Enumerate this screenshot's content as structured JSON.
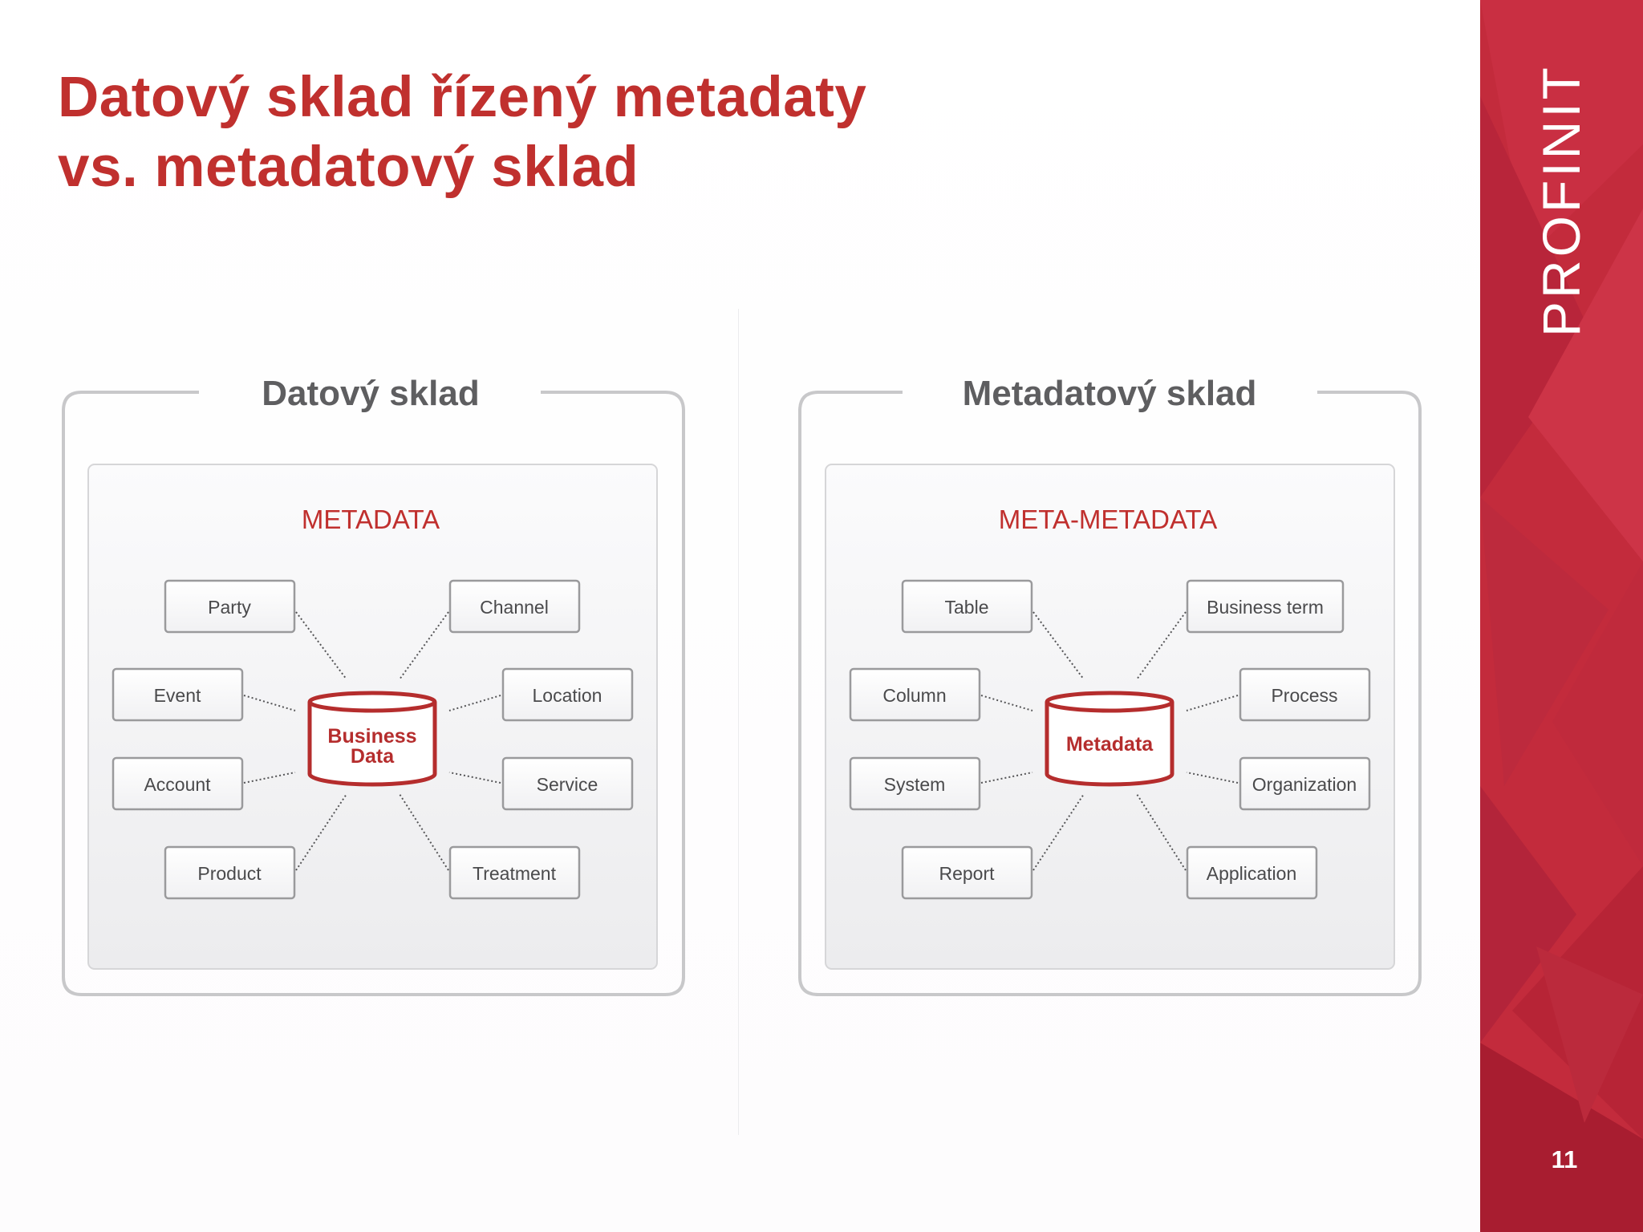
{
  "slide": {
    "title_line1": "Datový sklad řízený metadaty",
    "title_line2": "vs. metadatový sklad",
    "page_number": "11",
    "brand": "PROFINIT"
  },
  "colors": {
    "accent": "#c0302e",
    "sidebar": "#c32b3c",
    "panel_border": "#c8c8ca",
    "node_border": "#9a9a9c",
    "text_grey": "#5e5e60"
  },
  "panels": [
    {
      "title": "Datový sklad",
      "inner_title": "METADATA",
      "center": {
        "lines": [
          "Business",
          "Data"
        ]
      },
      "nodes": [
        "Party",
        "Channel",
        "Event",
        "Location",
        "Account",
        "Service",
        "Product",
        "Treatment"
      ]
    },
    {
      "title": "Metadatový sklad",
      "inner_title": "META-METADATA",
      "center": {
        "lines": [
          "Metadata"
        ]
      },
      "nodes": [
        "Table",
        "Business term",
        "Column",
        "Process",
        "System",
        "Organization",
        "Report",
        "Application"
      ]
    }
  ]
}
